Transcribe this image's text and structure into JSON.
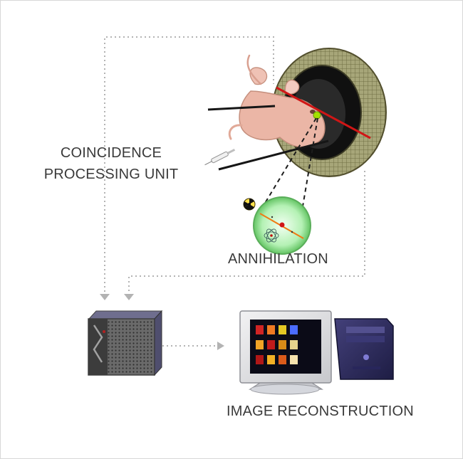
{
  "labels": {
    "coincidence_line1": "COINCIDENCE",
    "coincidence_line2": "PROCESSING UNIT",
    "annihilation": "ANNIHILATION",
    "reconstruction": "IMAGE RECONSTRUCTION"
  },
  "icons": {
    "scanner": "pet-scanner-ring-icon",
    "mouse": "mouse-icon",
    "syringe": "syringe-icon",
    "radiation": "radiation-icon",
    "annihilation": "annihilation-magnifier-icon",
    "server": "server-icon",
    "workstation": "workstation-icon"
  },
  "colors": {
    "connector": "#b3b3b3",
    "lor_line": "#d01616",
    "ring": "#9f9d6e",
    "monitor": "#d6d7db"
  }
}
